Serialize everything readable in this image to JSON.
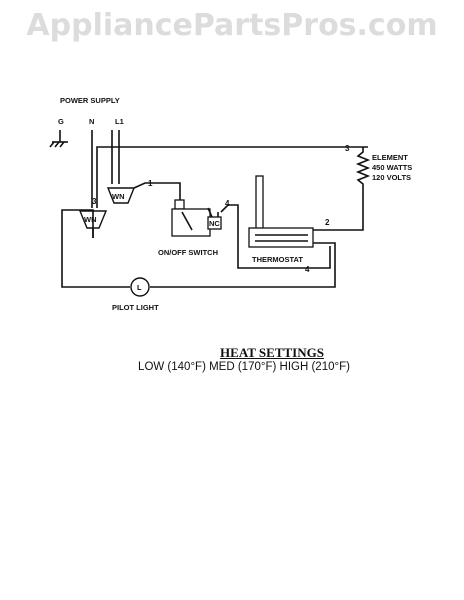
{
  "watermark": "AppliancePartsPros.com",
  "labels": {
    "power_supply": "POWER SUPPLY",
    "ground": "G",
    "neutral": "N",
    "line": "L1",
    "element_1": "ELEMENT",
    "element_2": "450 WATTS",
    "element_3": "120 VOLTS",
    "switch": "ON/OFF SWITCH",
    "thermostat": "THERMOSTAT",
    "pilot": "PILOT LIGHT",
    "wn": "WN",
    "nc": "NC",
    "pilot_symbol": "L"
  },
  "terminals": {
    "t1": "1",
    "t2": "2",
    "t3_left": "3",
    "t3_right": "3",
    "t4_switch": "4",
    "t4_thermo": "4"
  },
  "heat_settings": {
    "title": "HEAT SETTINGS",
    "values": "LOW (140°F)  MED (170°F)  HIGH (210°F)"
  }
}
